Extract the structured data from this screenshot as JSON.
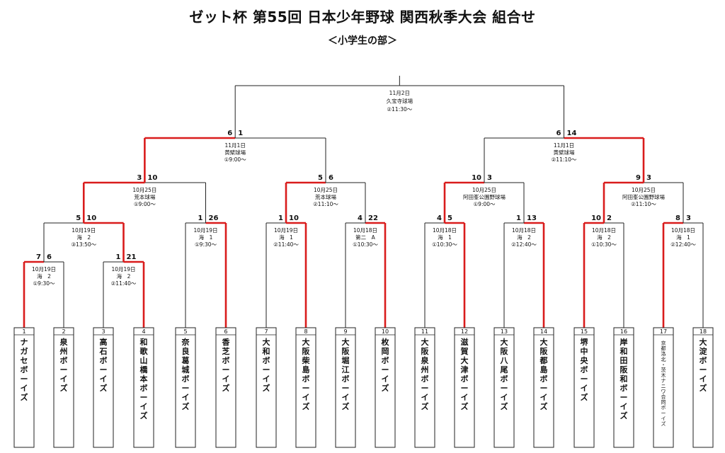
{
  "title": "ゼット杯 第55回 日本少年野球 関西秋季大会 組合せ",
  "subtitle": "＜小学生の部＞",
  "colors": {
    "win": "#d91c1c",
    "line": "#222222"
  },
  "teams": [
    {
      "no": "1",
      "name": "ナガセボーイズ"
    },
    {
      "no": "2",
      "name": "泉州ボーイズ"
    },
    {
      "no": "3",
      "name": "高石ボーイズ"
    },
    {
      "no": "4",
      "name": "和歌山橋本ボーイズ"
    },
    {
      "no": "5",
      "name": "奈良葛城ボーイズ"
    },
    {
      "no": "6",
      "name": "香芝ボーイズ"
    },
    {
      "no": "7",
      "name": "大和ボーイズ"
    },
    {
      "no": "8",
      "name": "大阪柴島ボーイズ"
    },
    {
      "no": "9",
      "name": "大阪堀江ボーイズ"
    },
    {
      "no": "10",
      "name": "枚岡ボーイズ"
    },
    {
      "no": "11",
      "name": "大阪泉州ボーイズ"
    },
    {
      "no": "12",
      "name": "滋賀大津ボーイズ"
    },
    {
      "no": "13",
      "name": "大阪八尾ボーイズ"
    },
    {
      "no": "14",
      "name": "大阪都島ボーイズ"
    },
    {
      "no": "15",
      "name": "堺中央ボーイズ"
    },
    {
      "no": "16",
      "name": "岸和田阪和ボーイズ"
    },
    {
      "no": "17",
      "name": "京都洛北・茨木ナニワ合同ボーイズ"
    },
    {
      "no": "18",
      "name": "大淀ボーイズ"
    }
  ],
  "matches": [
    {
      "id": "m1",
      "date": "10月19日",
      "venue": "海　2",
      "time": "①9:30～",
      "score_left": "7",
      "score_right": "6",
      "winner": "left"
    },
    {
      "id": "m2",
      "date": "10月19日",
      "venue": "海　2",
      "time": "②11:40～",
      "score_left": "1",
      "score_right": "21",
      "winner": "right"
    },
    {
      "id": "m3",
      "date": "10月19日",
      "venue": "海　1",
      "time": "①9:30～",
      "score_left": "1",
      "score_right": "26",
      "winner": "right"
    },
    {
      "id": "m4",
      "date": "10月19日",
      "venue": "海　1",
      "time": "②11:40～",
      "score_left": "1",
      "score_right": "10",
      "winner": "right"
    },
    {
      "id": "m5",
      "date": "10月18日",
      "venue": "第二　A",
      "time": "①10:30～",
      "score_left": "4",
      "score_right": "22",
      "winner": "right"
    },
    {
      "id": "m6",
      "date": "10月18日",
      "venue": "海　1",
      "time": "①10:30～",
      "score_left": "4",
      "score_right": "5",
      "winner": "right"
    },
    {
      "id": "m7",
      "date": "10月18日",
      "venue": "海　2",
      "time": "②12:40～",
      "score_left": "1",
      "score_right": "13",
      "winner": "right"
    },
    {
      "id": "m8",
      "date": "10月18日",
      "venue": "海　2",
      "time": "①10:30～",
      "score_left": "10",
      "score_right": "2",
      "winner": "left"
    },
    {
      "id": "m9",
      "date": "10月18日",
      "venue": "海　1",
      "time": "②12:40～",
      "score_left": "8",
      "score_right": "3",
      "winner": "left"
    },
    {
      "id": "m10",
      "date": "10月19日",
      "venue": "海　2",
      "time": "③13:50～",
      "score_left": "5",
      "score_right": "10",
      "winner": "right"
    },
    {
      "id": "m11",
      "date": "10月25日",
      "venue": "荒本球場",
      "time": "①9:00～",
      "score_left": "3",
      "score_right": "10",
      "winner": "left"
    },
    {
      "id": "m12",
      "date": "10月25日",
      "venue": "荒本球場",
      "time": "②11:10～",
      "score_left": "5",
      "score_right": "6",
      "winner": "left"
    },
    {
      "id": "m13",
      "date": "10月25日",
      "venue": "阿田峯公園野球場",
      "time": "①9:00～",
      "score_left": "10",
      "score_right": "3",
      "winner": "left"
    },
    {
      "id": "m14",
      "date": "10月25日",
      "venue": "阿田峯公園野球場",
      "time": "②11:10～",
      "score_left": "9",
      "score_right": "3",
      "winner": "left"
    },
    {
      "id": "m15",
      "date": "11月1日",
      "venue": "黄檗球場",
      "time": "①9:00～",
      "score_left": "6",
      "score_right": "1",
      "winner": "left"
    },
    {
      "id": "m16",
      "date": "11月1日",
      "venue": "黄檗球場",
      "time": "②11:10～",
      "score_left": "6",
      "score_right": "14",
      "winner": "right"
    },
    {
      "id": "m17",
      "date": "11月2日",
      "venue": "久宝寺球場",
      "time": "②11:30～",
      "score_left": "",
      "score_right": "",
      "winner": ""
    }
  ]
}
